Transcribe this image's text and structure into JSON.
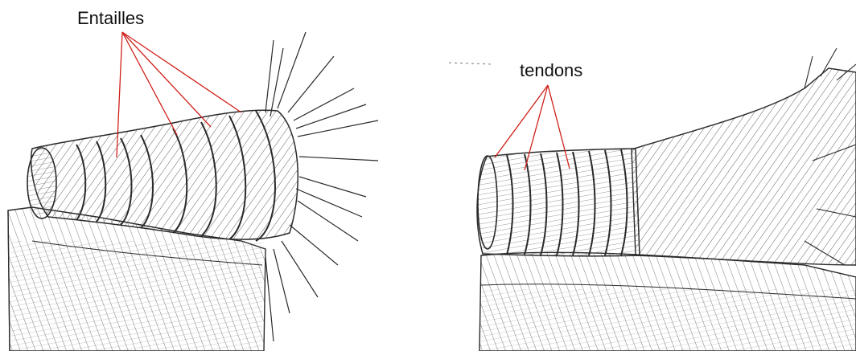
{
  "labels": {
    "left": "Entailles",
    "right": "tendons"
  },
  "colors": {
    "leader_lines": "#d0201a",
    "ink": "#2a2a2a"
  },
  "panels": [
    {
      "name": "left-sketch",
      "label_key": "left",
      "leader_count": 4
    },
    {
      "name": "right-sketch",
      "label_key": "right",
      "leader_count": 3
    }
  ]
}
